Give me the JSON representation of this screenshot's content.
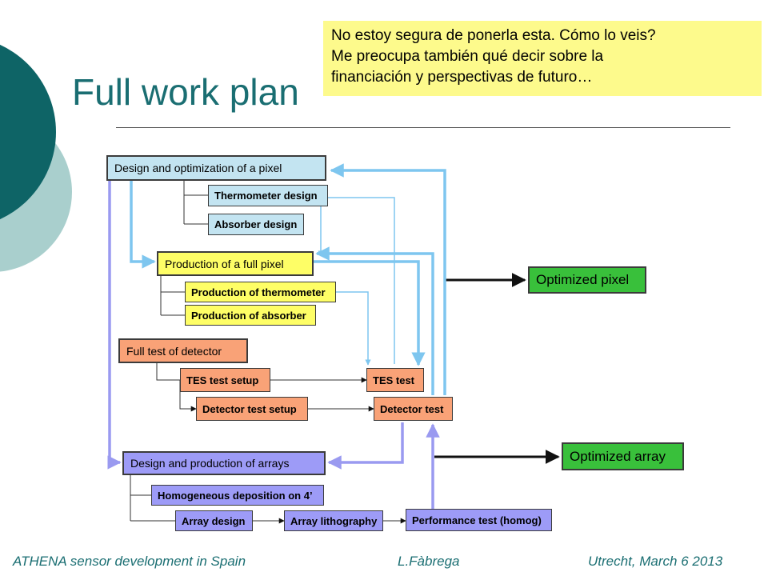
{
  "slide": {
    "title": "Full work plan",
    "note_lines": [
      "No estoy segura de ponerla esta. Cómo lo veis?",
      "Me preocupa también qué decir sobre la",
      "financiación y perspectivas de futuro…"
    ],
    "footer": {
      "left": "ATHENA sensor development in Spain",
      "center": "L.Fàbrega",
      "right": "Utrecht, March 6 2013"
    }
  },
  "colors": {
    "teal": "#0e6466",
    "teal_light": "#a9cfcd",
    "blue_box": "#c3e4f1",
    "yellow_box": "#fefe66",
    "orange_box": "#f9a277",
    "purple_box": "#9d9bf7",
    "green_box": "#39c03b",
    "arrow_blue": "#7ec6ef",
    "arrow_purple": "#9a9af0",
    "arrow_black": "#111111"
  },
  "diagram": {
    "nodes": {
      "design_pixel": "Design and optimization of a pixel",
      "thermometer_design": "Thermometer design",
      "absorber_design": "Absorber design",
      "production_full_pixel": "Production of a full pixel",
      "production_thermometer": "Production of thermometer",
      "production_absorber": "Production of absorber",
      "full_test_detector": "Full test of detector",
      "tes_test_setup": "TES test setup",
      "tes_test": "TES test",
      "detector_test_setup": "Detector test setup",
      "detector_test": "Detector test",
      "design_production_arrays": "Design and production of arrays",
      "homogeneous_deposition": "Homogeneous deposition on 4’",
      "array_design": "Array design",
      "array_lithography": "Array lithography",
      "performance_test": "Performance test (homog)",
      "optimized_pixel": "Optimized pixel",
      "optimized_array": "Optimized array"
    }
  }
}
